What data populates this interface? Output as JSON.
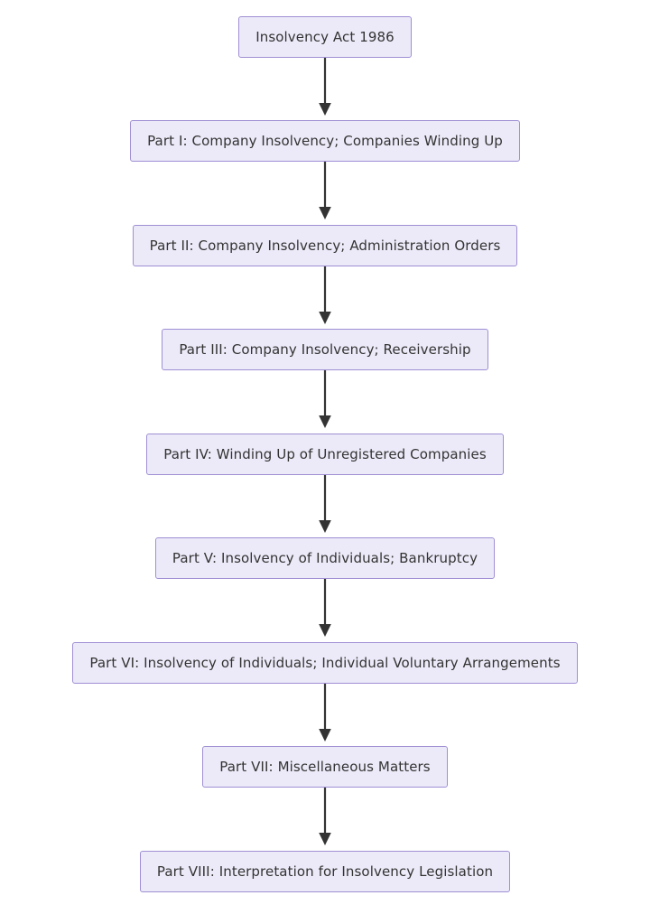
{
  "diagram": {
    "type": "flowchart",
    "direction": "top-to-bottom",
    "background_color": "#ffffff",
    "node_fill_color": "#ECEAF8",
    "node_border_color": "#9F8FD4",
    "node_text_color": "#333333",
    "edge_color": "#333333",
    "nodes": [
      {
        "id": "n0",
        "label": "Insolvency Act 1986"
      },
      {
        "id": "n1",
        "label": "Part I: Company Insolvency; Companies Winding Up"
      },
      {
        "id": "n2",
        "label": "Part II: Company Insolvency; Administration Orders"
      },
      {
        "id": "n3",
        "label": "Part III: Company Insolvency; Receivership"
      },
      {
        "id": "n4",
        "label": "Part IV: Winding Up of Unregistered Companies"
      },
      {
        "id": "n5",
        "label": "Part V: Insolvency of Individuals; Bankruptcy"
      },
      {
        "id": "n6",
        "label": "Part VI: Insolvency of Individuals; Individual Voluntary Arrangements"
      },
      {
        "id": "n7",
        "label": "Part VII: Miscellaneous Matters"
      },
      {
        "id": "n8",
        "label": "Part VIII: Interpretation for Insolvency Legislation"
      }
    ],
    "edges": [
      {
        "from": "n0",
        "to": "n1"
      },
      {
        "from": "n1",
        "to": "n2"
      },
      {
        "from": "n2",
        "to": "n3"
      },
      {
        "from": "n3",
        "to": "n4"
      },
      {
        "from": "n4",
        "to": "n5"
      },
      {
        "from": "n5",
        "to": "n6"
      },
      {
        "from": "n6",
        "to": "n7"
      },
      {
        "from": "n7",
        "to": "n8"
      }
    ]
  }
}
